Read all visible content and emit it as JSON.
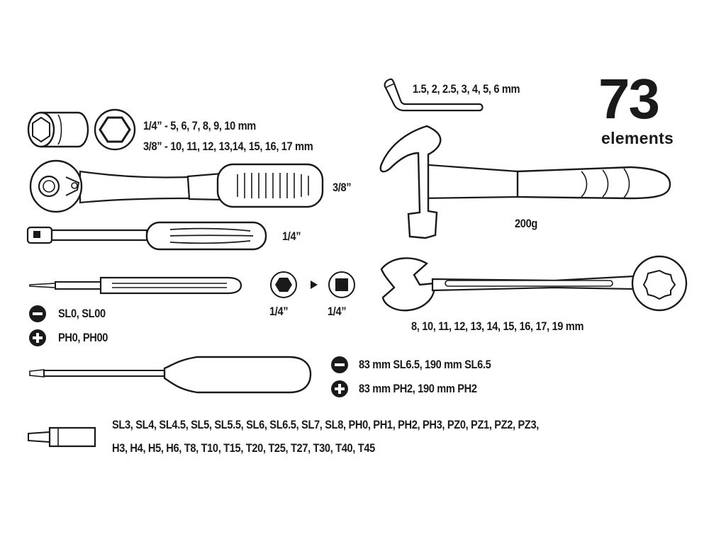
{
  "count": {
    "number": "73",
    "word": "elements"
  },
  "hex_keys": {
    "sizes": "1.5, 2, 2.5, 3, 4, 5, 6 mm"
  },
  "sockets": {
    "line1": "1/4” - 5, 6, 7, 8, 9, 10 mm",
    "line2": "3/8” - 10, 11, 12, 13,14, 15, 16, 17 mm"
  },
  "ratchet": {
    "label": "3/8”"
  },
  "bit_handle": {
    "label": "1/4”"
  },
  "hammer": {
    "label": "200g"
  },
  "adapter": {
    "from_label": "1/4”",
    "to_label": "1/4”"
  },
  "precision_screwdriver": {
    "slotted": "SL0, SL00",
    "phillips": "PH0, PH00"
  },
  "wrenches": {
    "sizes": "8, 10, 11, 12, 13, 14, 15, 16, 17, 19 mm"
  },
  "screwdrivers": {
    "slotted": "83 mm SL6.5, 190 mm SL6.5",
    "phillips": "83 mm PH2, 190 mm PH2"
  },
  "bits": {
    "line1": "SL3, SL4, SL4.5, SL5, SL5.5, SL6, SL6.5, SL7, SL8, PH0, PH1, PH2, PH3, PZ0, PZ1, PZ2, PZ3,",
    "line2": "H3, H4, H5, H6, T8, T10, T15, T20, T25, T27, T30, T40, T45"
  },
  "colors": {
    "ink": "#1a1a1a",
    "background": "#ffffff"
  },
  "icons": [
    "hex-key-icon",
    "socket-icon",
    "hex-socket-end-icon",
    "ratchet-icon",
    "bit-handle-icon",
    "hammer-icon",
    "precision-screwdriver-icon",
    "hex-drive-icon",
    "arrow-right-icon",
    "square-drive-icon",
    "combination-wrench-icon",
    "minus-circle-icon",
    "plus-circle-icon",
    "screwdriver-icon",
    "bit-icon"
  ]
}
